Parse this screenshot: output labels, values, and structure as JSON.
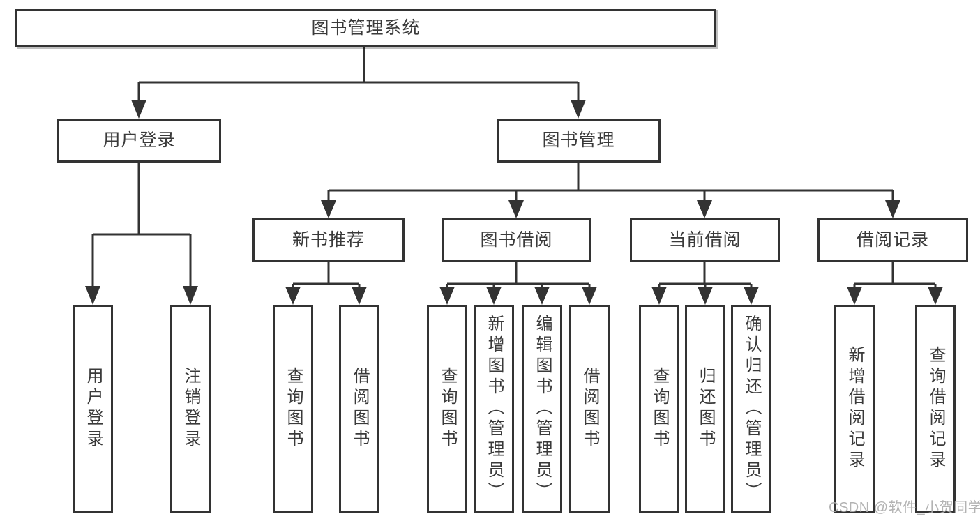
{
  "colors": {
    "line": "#333333",
    "box_border": "#333333",
    "text": "#3a3a3a",
    "watermark": "#acacac",
    "background": "#ffffff"
  },
  "nodes": {
    "root": "图书管理系统",
    "userLogin": "用户登录",
    "bookMgmt": "图书管理",
    "newBookRec": "新书推荐",
    "bookBorrow": "图书借阅",
    "currentBorrow": "当前借阅",
    "borrowRecord": "借阅记录",
    "leafUserLogin": "用户登录",
    "leafLogout": "注销登录",
    "leafQueryBook1": "查询图书",
    "leafBorrowBook1": "借阅图书",
    "leafQueryBook2": "查询图书",
    "leafAddBook": "新增图书（管理员）",
    "leafEditBook": "编辑图书（管理员）",
    "leafBorrowBook2": "借阅图书",
    "leafQueryBook3": "查询图书",
    "leafReturnBook": "归还图书",
    "leafConfirmReturn": "确认归还（管理员）",
    "leafAddRecord": "新增借阅记录",
    "leafQueryRecord": "查询借阅记录"
  },
  "watermark": "CSDN @软件_小贺同学"
}
